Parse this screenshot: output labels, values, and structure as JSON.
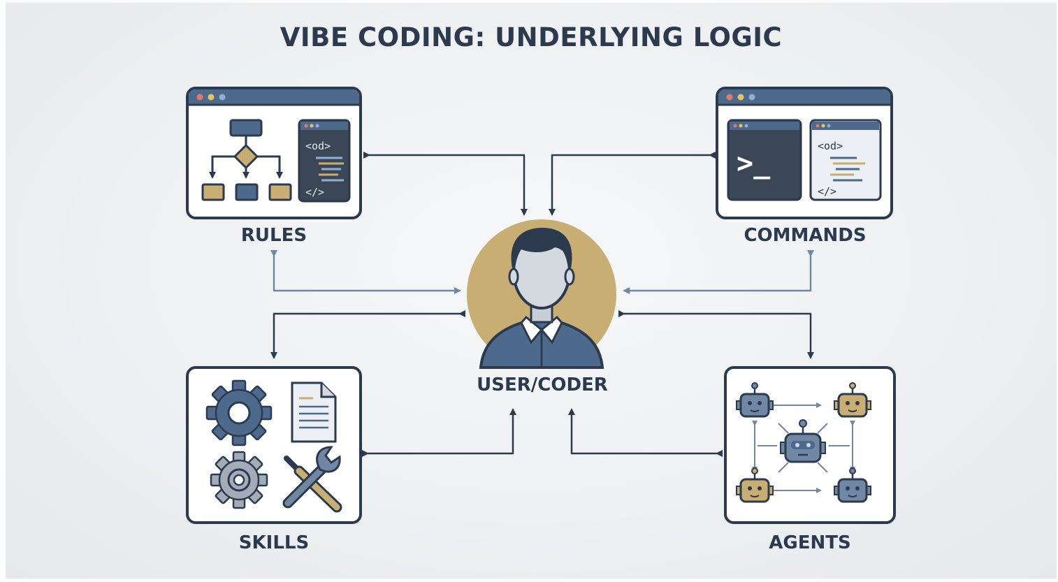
{
  "title": "VIBE CODING: UNDERLYING LOGIC",
  "nodes": {
    "center": {
      "label": "USER/CODER"
    },
    "rules": {
      "label": "RULES",
      "code_open": "<od>",
      "code_close": "</>"
    },
    "commands": {
      "label": "COMMANDS",
      "terminal_prompt": ">_",
      "code_open": "<od>",
      "code_close": "</>"
    },
    "skills": {
      "label": "SKILLS"
    },
    "agents": {
      "label": "AGENTS"
    }
  },
  "colors": {
    "navy": "#2b3a4f",
    "slate_blue": "#4d6a8c",
    "steel": "#7088a4",
    "gold": "#c8ae72",
    "light_gold": "#d8c292",
    "window_dot_red": "#e07a6a",
    "window_dot_yellow": "#e8c460",
    "window_dot_blue": "#8fb0d6"
  }
}
